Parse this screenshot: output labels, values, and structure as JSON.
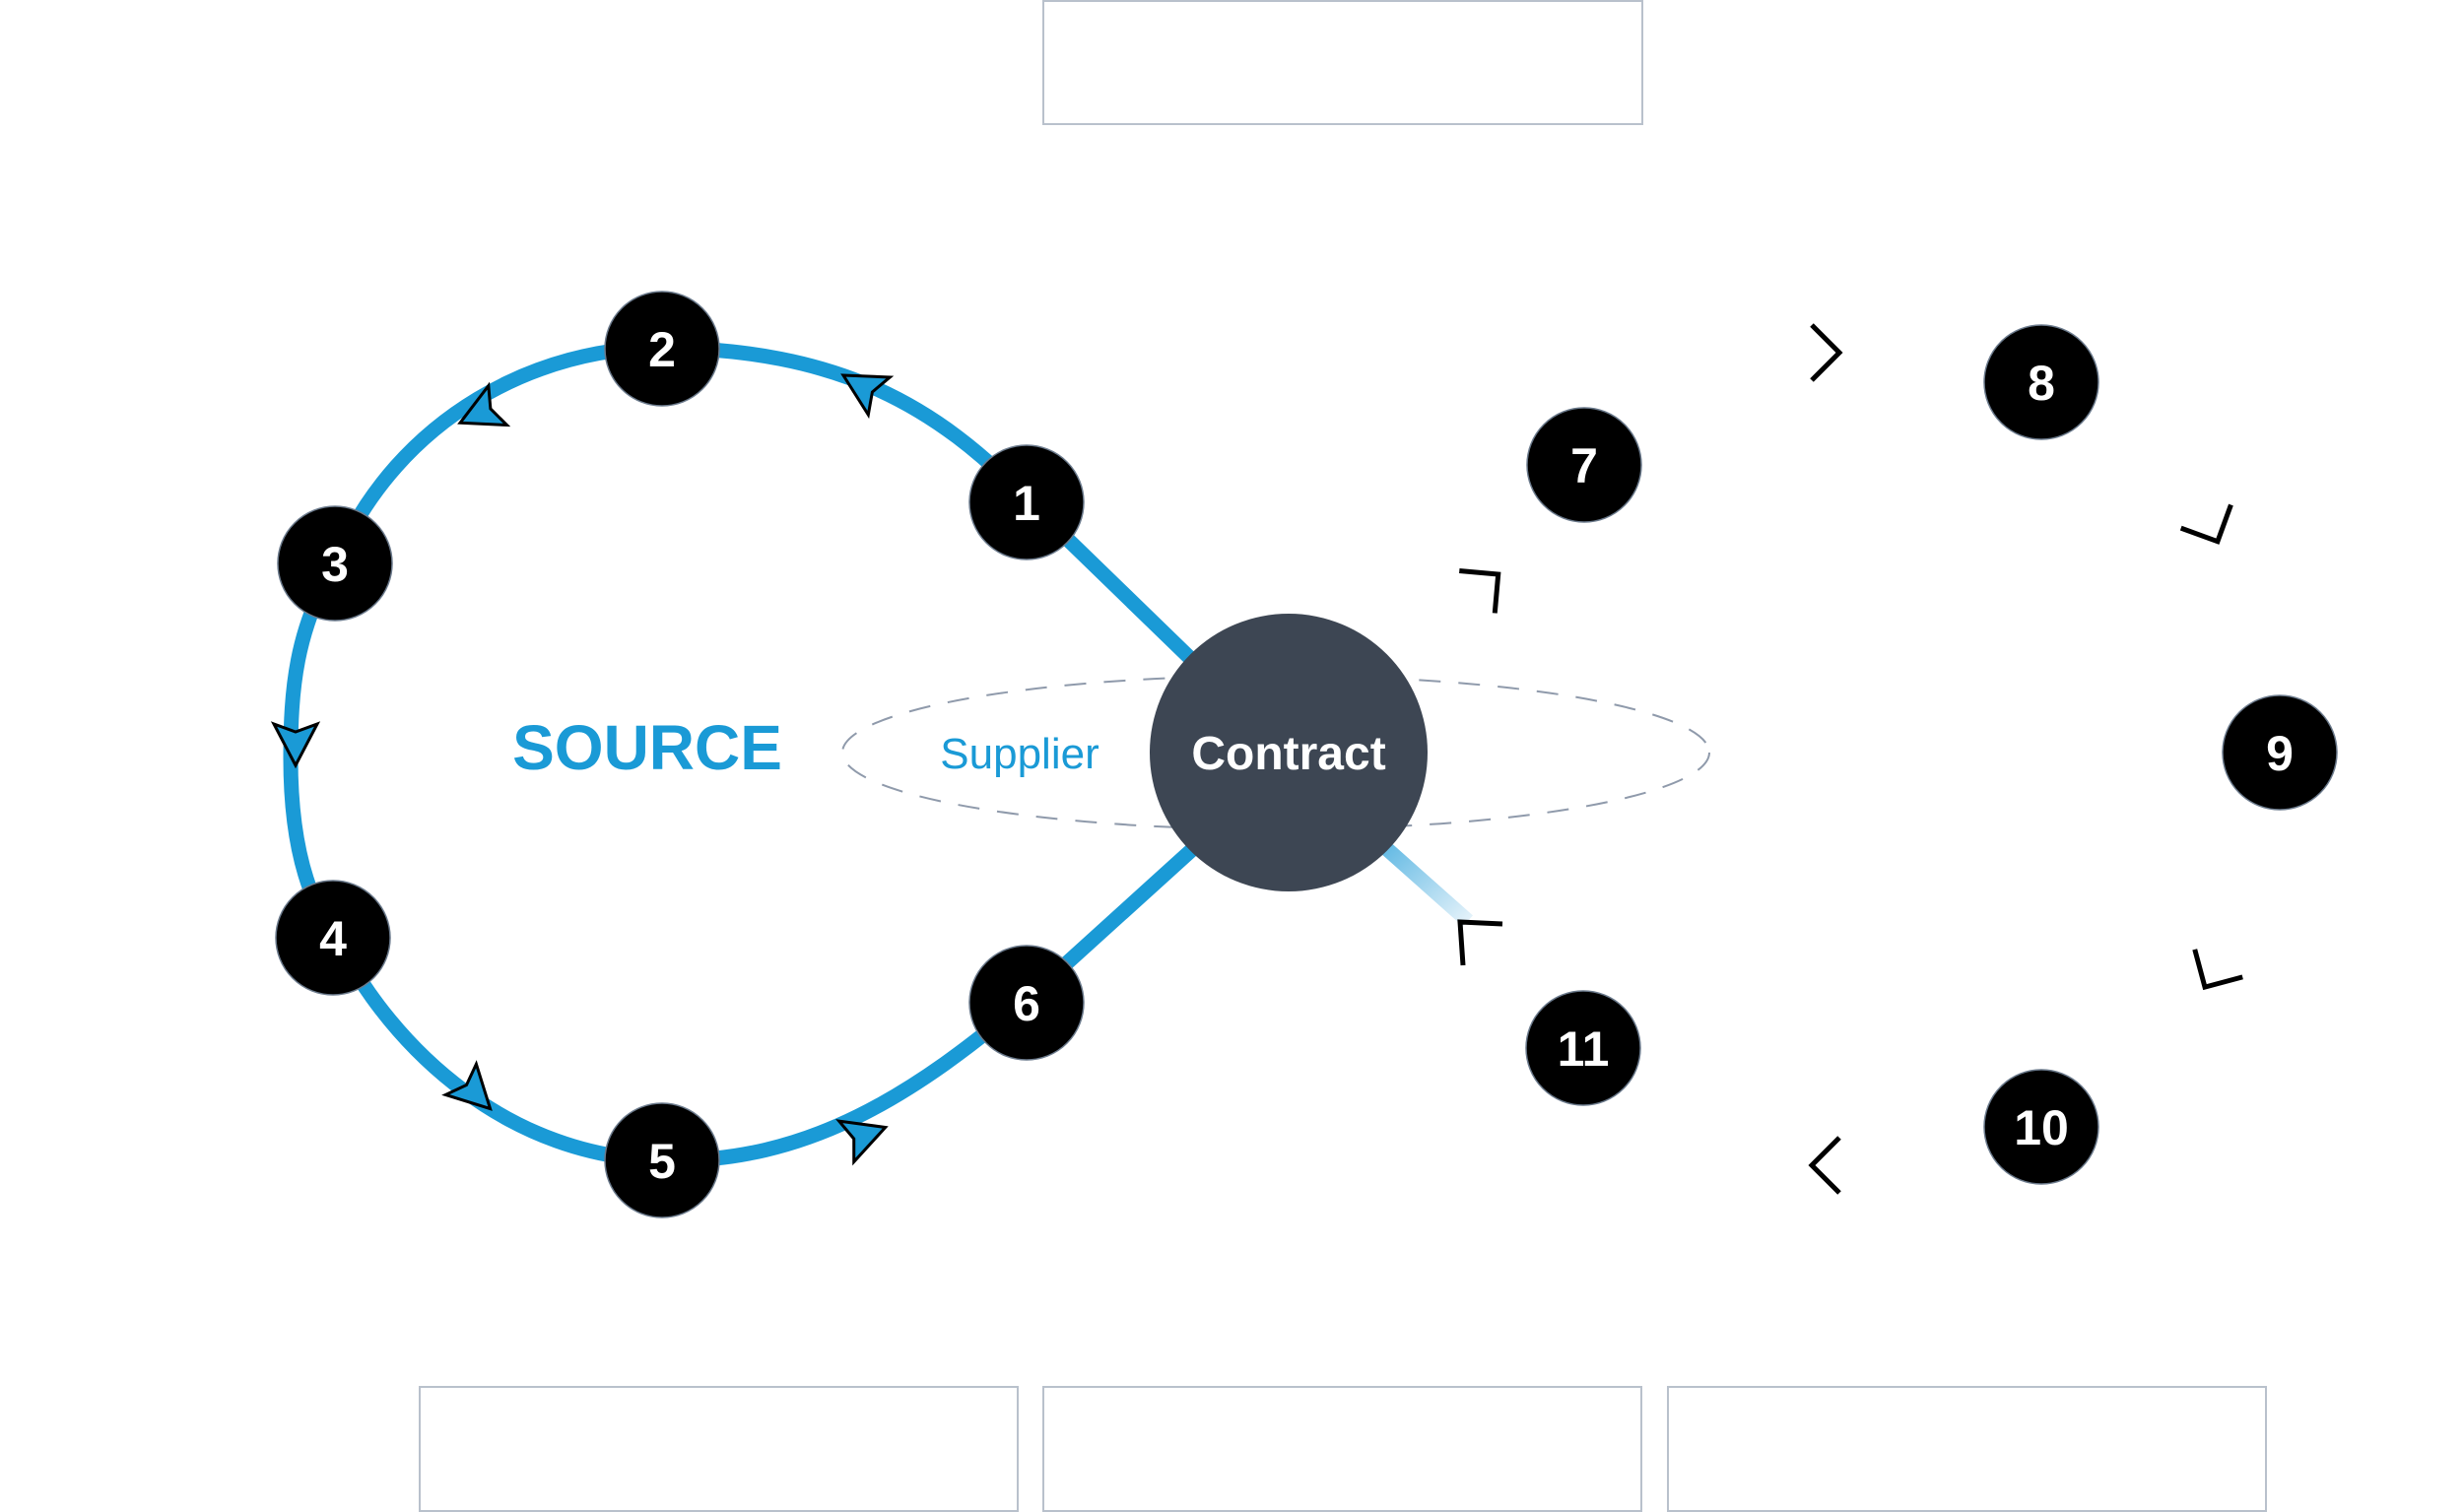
{
  "diagram": {
    "title_boxes": {
      "top": "",
      "bottom": [
        "",
        "",
        ""
      ]
    },
    "section_label": "SOURCE",
    "ellipse_label": "Supplier",
    "hub_label": "Contract",
    "left_loop_steps": [
      "1",
      "2",
      "3",
      "4",
      "5",
      "6"
    ],
    "right_loop_steps": [
      "7",
      "8",
      "9",
      "10",
      "11"
    ],
    "colors": {
      "accent_blue": "#1a9ad6",
      "hub_fill": "#3d4653",
      "node_fill": "#000000",
      "node_text": "#ffffff",
      "ellipse_stroke": "#8f9aab",
      "box_border": "#b9c1cc"
    },
    "flow_direction": "counter-clockwise on left loop: 1 → 2 → 3 → 4 → 5 → 6 → Contract"
  }
}
